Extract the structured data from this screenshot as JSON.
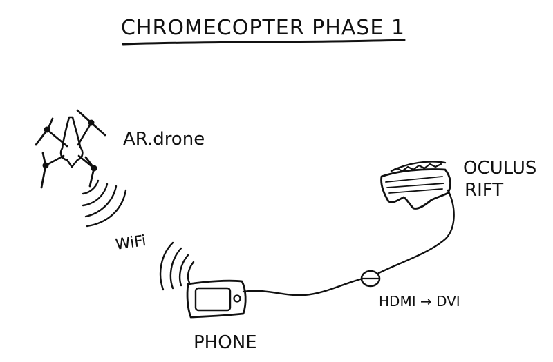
{
  "title": "CHROMECOPTER PHASE 1",
  "labels": {
    "drone": "AR.drone",
    "wifi": "WiFi",
    "phone": "PHONE",
    "rift_line1": "OCULUS",
    "rift_line2": "RIFT",
    "cable": "HDMI → DVI"
  },
  "colors": {
    "ink": "#111111",
    "paper": "#ffffff"
  }
}
